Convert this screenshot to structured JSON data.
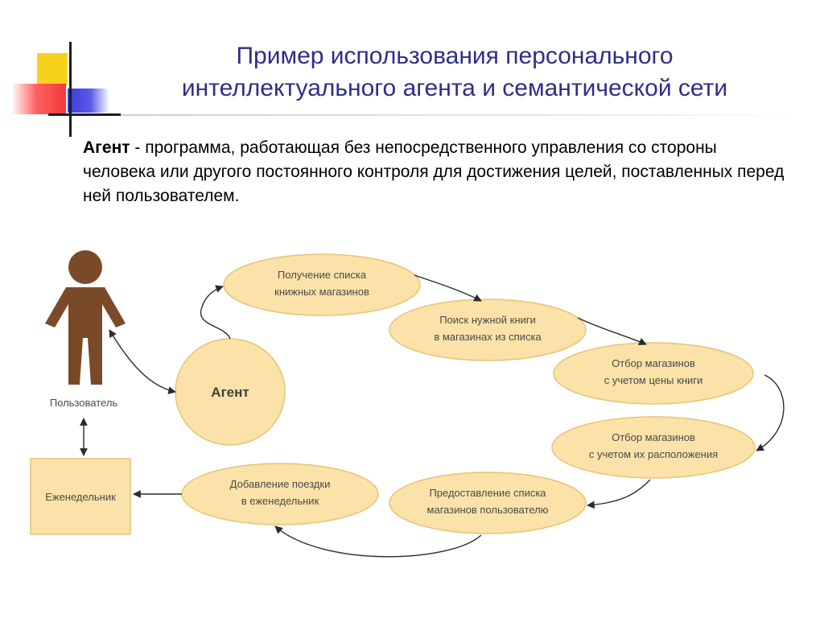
{
  "title": {
    "line1": "Пример использования персонального",
    "line2": "интеллектуального агента и семантической сети"
  },
  "definition": {
    "term": "Агент",
    "text": " - программа, работающая без непосредственного управления со стороны человека или другого постоянного контроля для достижения целей, поставленных перед ней пользователем."
  },
  "diagram": {
    "user_label": "Пользователь",
    "agent_label": "Агент",
    "planner_label": "Еженедельник",
    "steps": [
      {
        "line1": "Получение списка",
        "line2": "книжных магазинов"
      },
      {
        "line1": "Поиск нужной книги",
        "line2": "в магазинах из списка"
      },
      {
        "line1": "Отбор магазинов",
        "line2": "с учетом цены книги"
      },
      {
        "line1": "Отбор магазинов",
        "line2": "с учетом их расположения"
      },
      {
        "line1": "Предоставление списка",
        "line2": "магазинов пользователю"
      },
      {
        "line1": "Добавление поездки",
        "line2": "в еженедельник"
      }
    ],
    "colors": {
      "ellipse_fill": "#fbe2a8",
      "ellipse_stroke": "#e7c37a",
      "figure": "#7a4a28",
      "planner_fill": "#fbe2a8",
      "arrow": "#2b2b2b"
    }
  }
}
